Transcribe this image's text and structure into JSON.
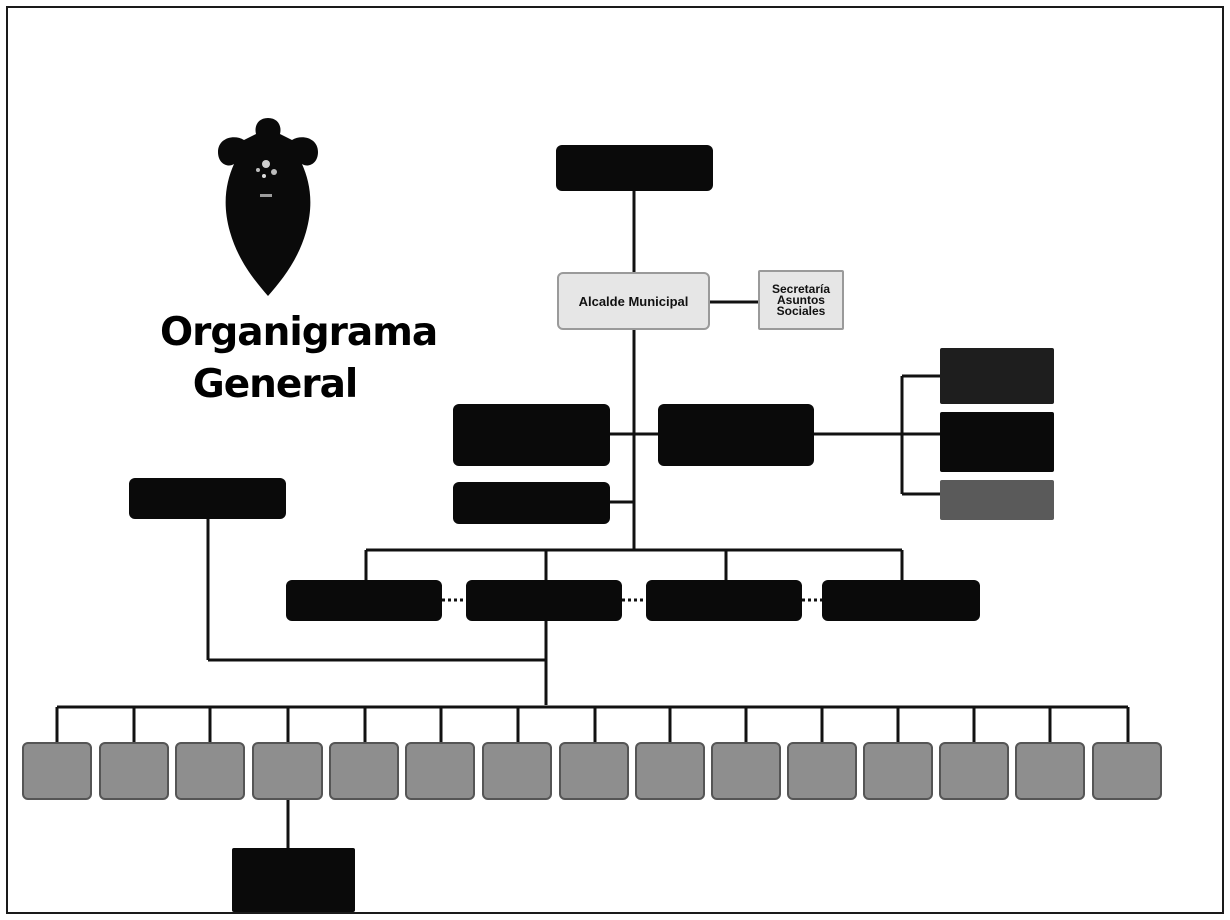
{
  "title": {
    "line1": "Organigrama",
    "line2": "General"
  },
  "emblem": {
    "icon": "municipal-coat-of-arms-icon"
  },
  "boxes": {
    "mayor": "Alcalde Municipal",
    "social_secretariat": "Secretaría\nAsuntos\nSociales"
  },
  "colors": {
    "unit_box": "#0a0a0a",
    "department_box": "#8e8e8e",
    "highlight_box": "#e6e6e6",
    "connector": "#111111"
  }
}
